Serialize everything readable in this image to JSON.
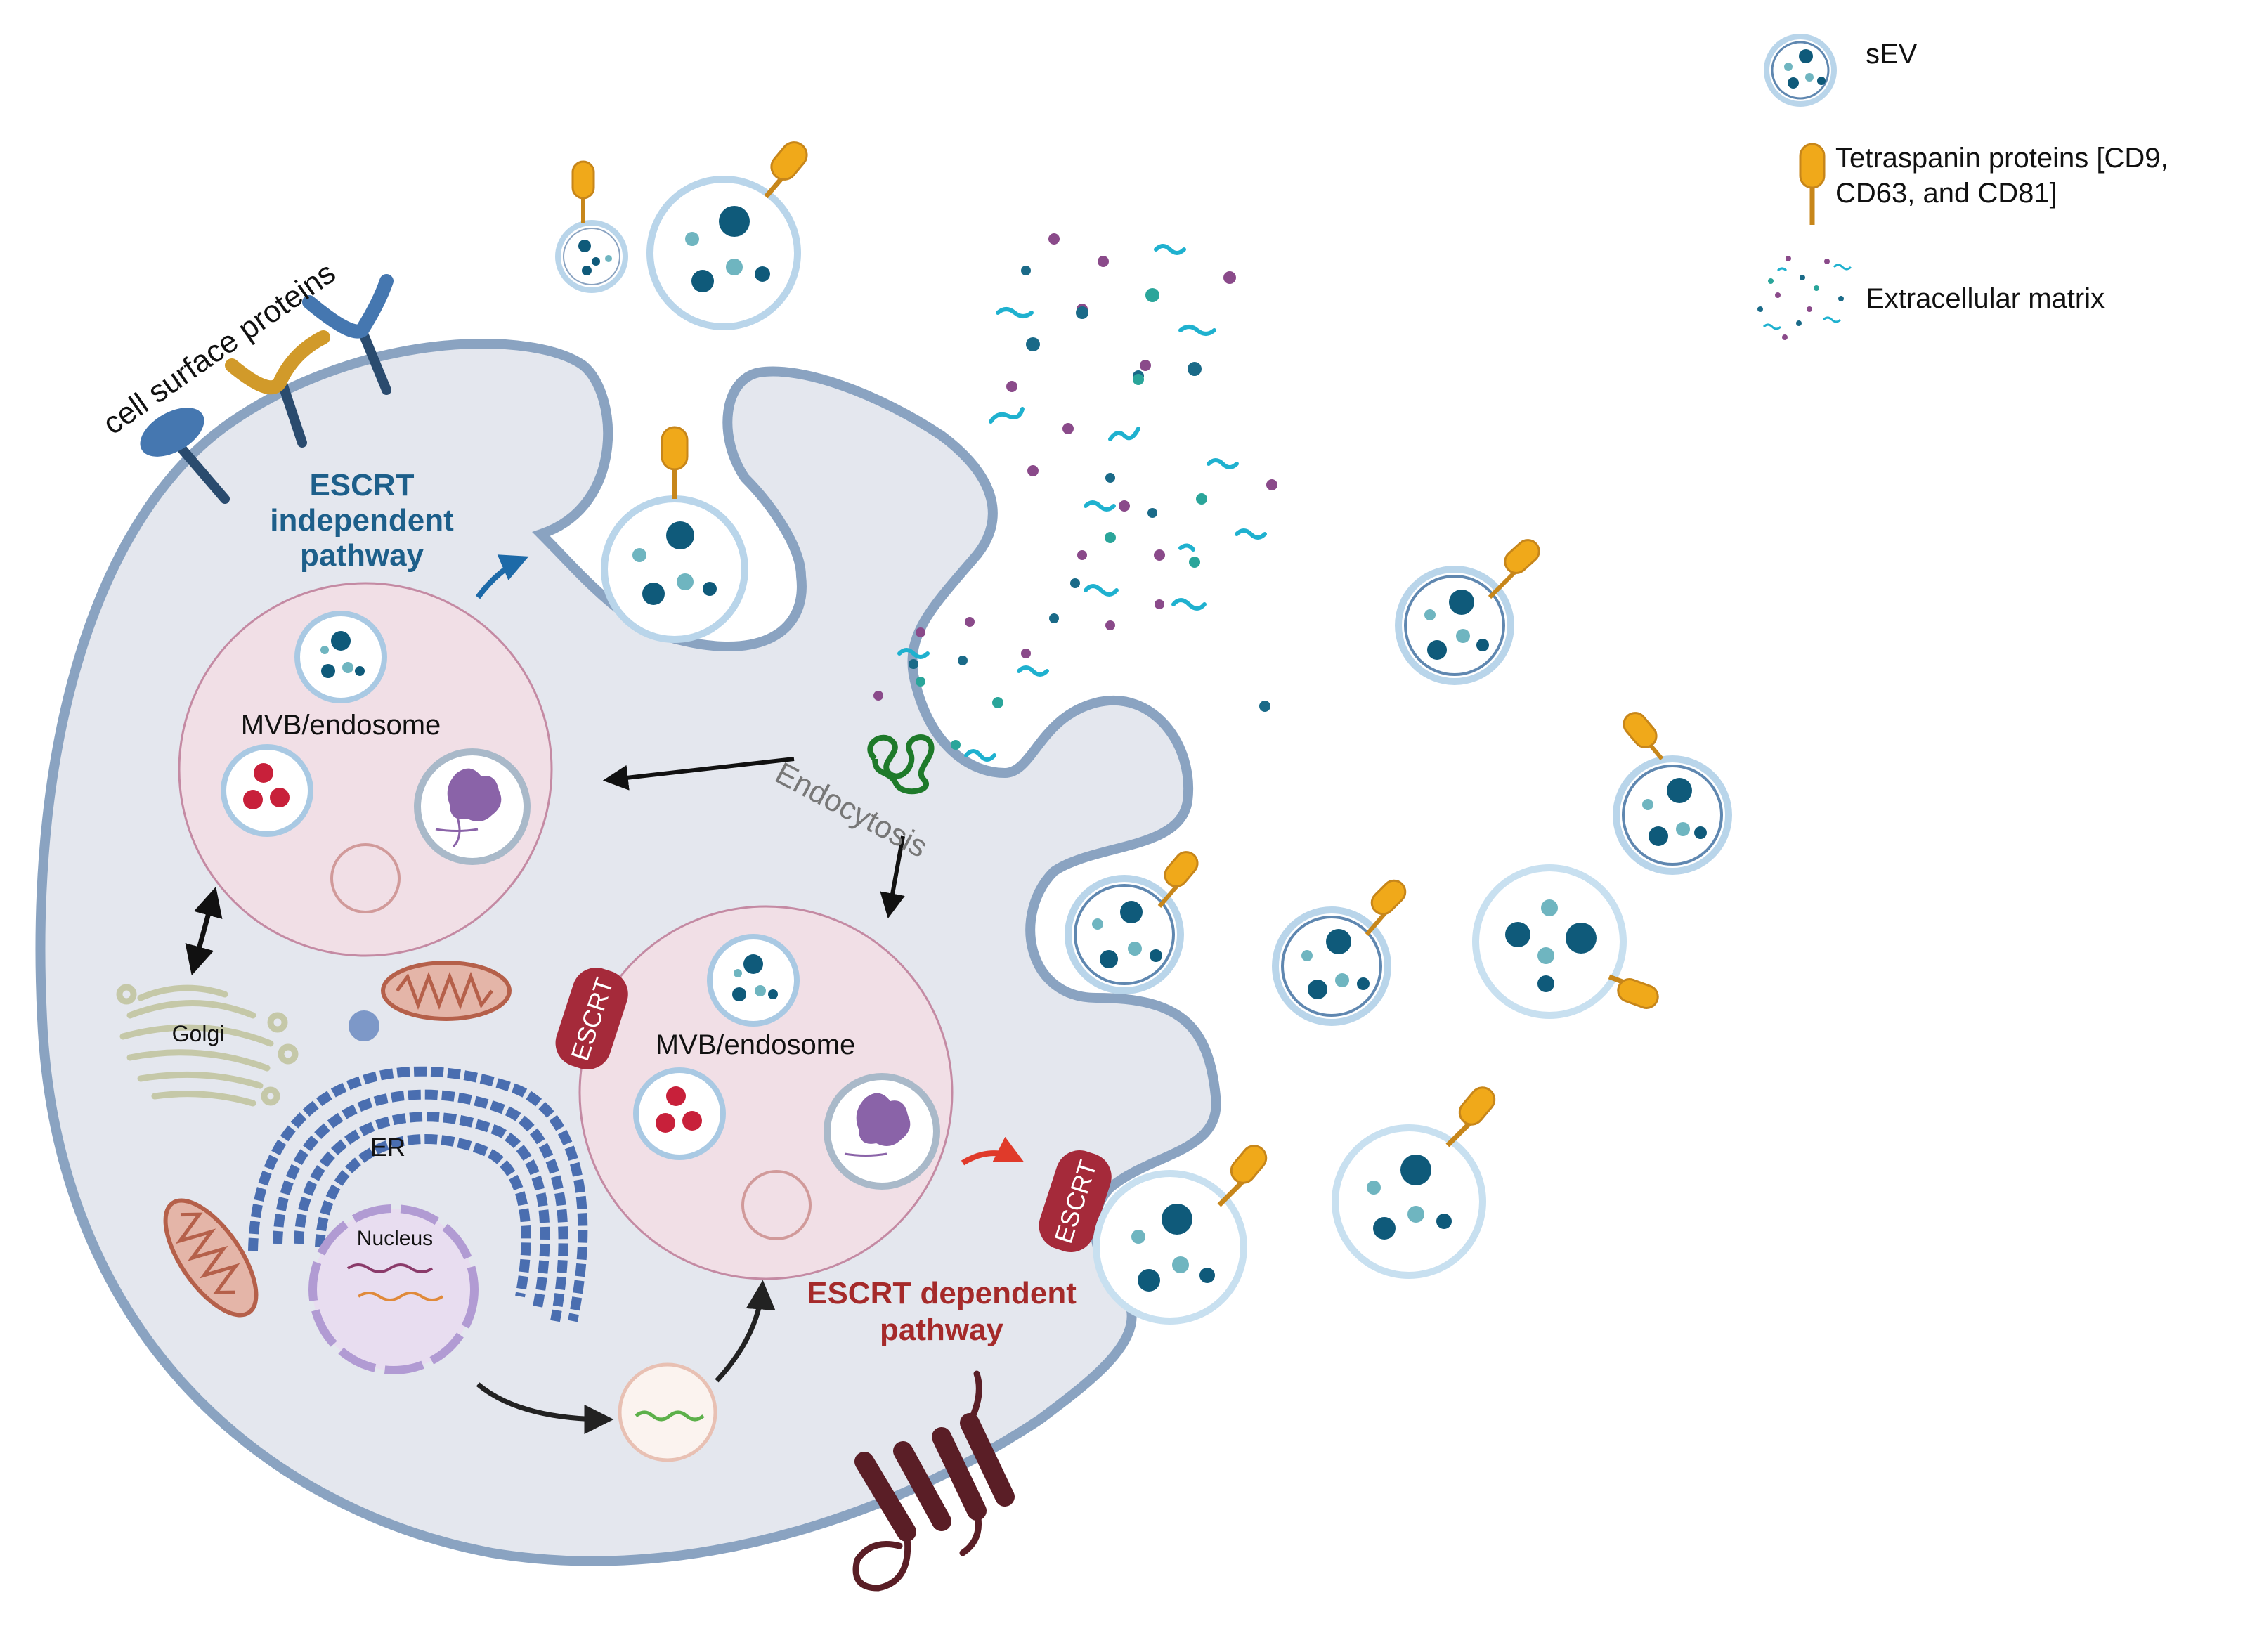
{
  "labels": {
    "cell_surface": "cell surface proteins",
    "escrt_independent": [
      "ESCRT",
      "independent",
      "pathway"
    ],
    "escrt_dependent": [
      "ESCRT dependent",
      "pathway"
    ],
    "mvb": "MVB/endosome",
    "endocytosis": "Endocytosis",
    "golgi": "Golgi",
    "er": "ER",
    "nucleus": "Nucleus",
    "escrt": "ESCRT"
  },
  "legend": {
    "sev": "sEV",
    "tetraspanin": [
      "Tetraspanin proteins [CD9,",
      "CD63, and CD81]"
    ],
    "ecm": "Extracellular matrix"
  },
  "colors": {
    "membrane": "#8aa3c1",
    "cytoplasm": "#e4e7ee",
    "mvb": "#f1dfe6",
    "mvb_border": "#c48aa3",
    "vesicle_ring": "#b9d5ea",
    "cargo_dark": "#0f5a7a",
    "cargo_light": "#6fb5c0",
    "tetraspanin": "#f0a91a",
    "escrt": "#a52a3a",
    "blue_text": "#1d5f8a",
    "red_text": "#a52a2a"
  }
}
